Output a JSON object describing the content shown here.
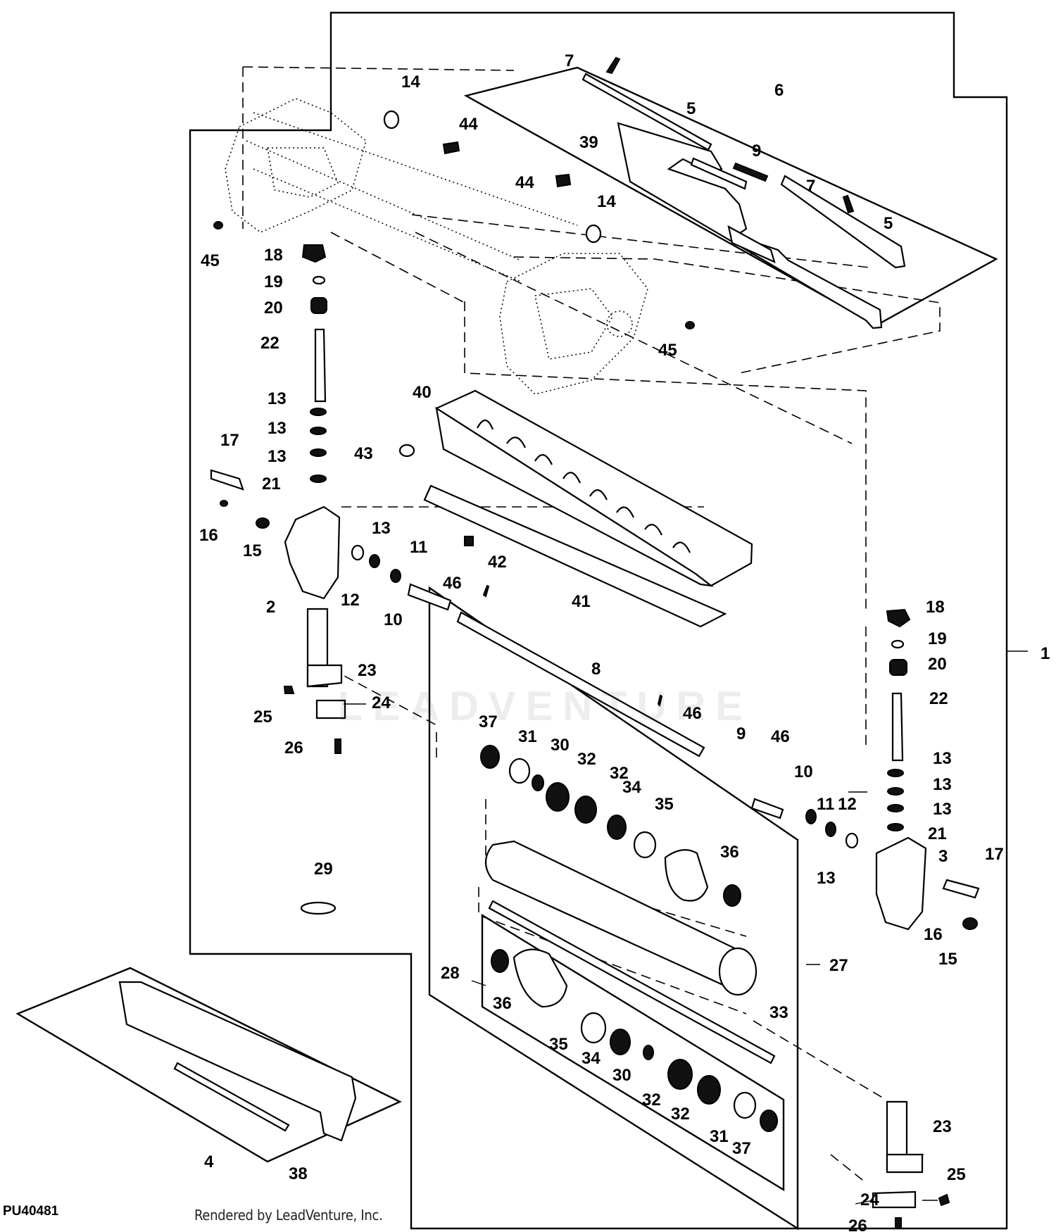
{
  "diagram_id": "PU40481",
  "credit": "Rendered by LeadVenture, Inc.",
  "watermark": "LEADVENTURE",
  "callouts": [
    "1",
    "2",
    "3",
    "4",
    "5",
    "5",
    "6",
    "7",
    "7",
    "8",
    "9",
    "9",
    "10",
    "10",
    "11",
    "11",
    "12",
    "12",
    "13",
    "13",
    "13",
    "13",
    "13",
    "13",
    "13",
    "13",
    "14",
    "14",
    "15",
    "15",
    "16",
    "16",
    "17",
    "17",
    "18",
    "18",
    "19",
    "19",
    "20",
    "20",
    "21",
    "21",
    "22",
    "22",
    "23",
    "23",
    "24",
    "24",
    "25",
    "25",
    "26",
    "26",
    "27",
    "28",
    "29",
    "30",
    "30",
    "31",
    "31",
    "32",
    "32",
    "32",
    "32",
    "33",
    "34",
    "34",
    "35",
    "35",
    "36",
    "36",
    "37",
    "37",
    "38",
    "39",
    "40",
    "41",
    "42",
    "43",
    "44",
    "44",
    "45",
    "45",
    "46",
    "46",
    "46"
  ]
}
